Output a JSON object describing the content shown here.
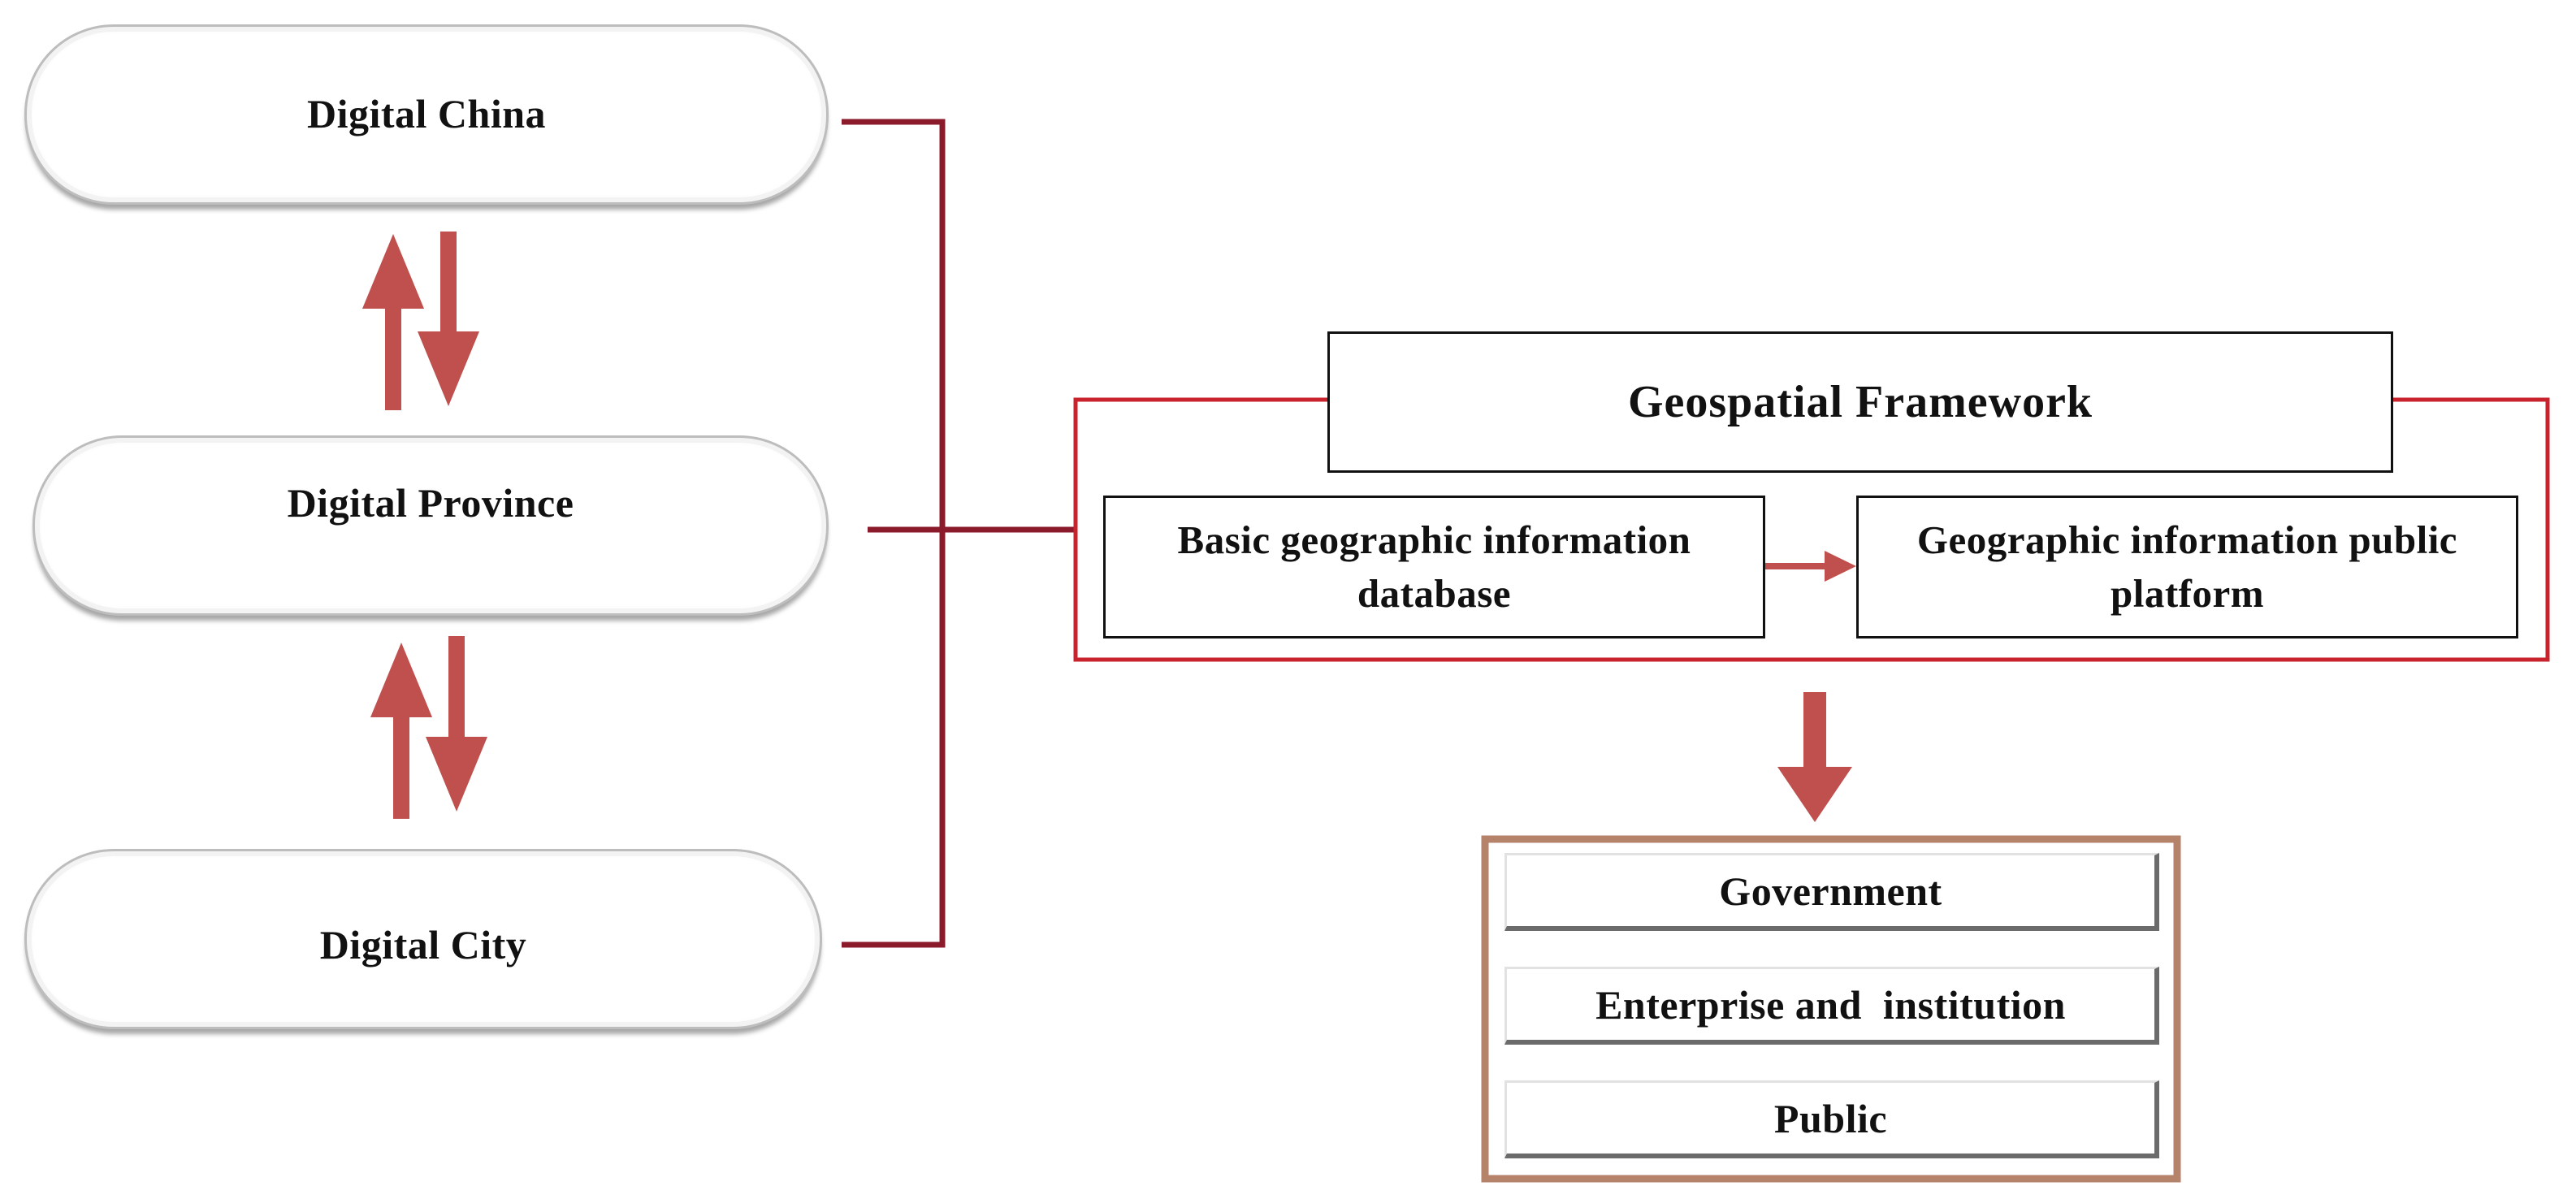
{
  "hierarchy": {
    "china": "Digital China",
    "province": "Digital Province",
    "city": "Digital City"
  },
  "framework": {
    "title": "Geospatial Framework",
    "database": "Basic geographic information database",
    "platform": "Geographic information public platform"
  },
  "users": [
    "Government",
    "Enterprise and  institution",
    "Public"
  ],
  "colors": {
    "bracket": "#8b1a2b",
    "framework_border": "#c8232c",
    "arrows": "#c0504d",
    "users_border": "#b5826a"
  }
}
